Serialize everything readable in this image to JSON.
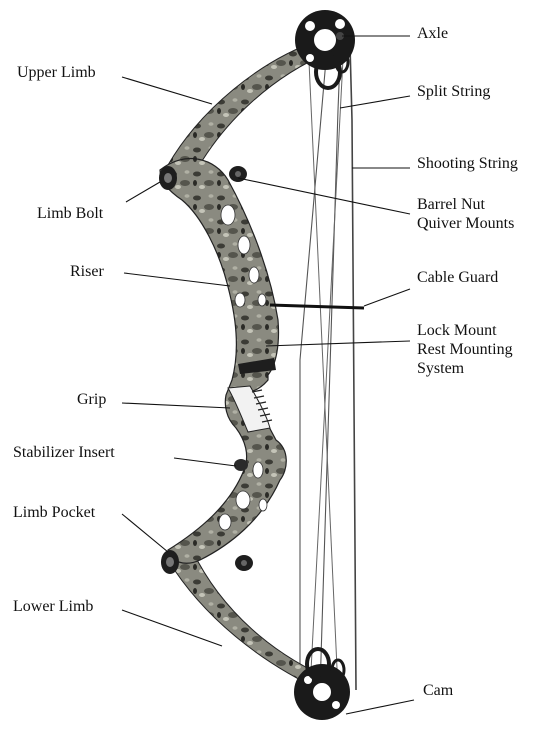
{
  "labels": {
    "axle": "Axle",
    "split_string": "Split String",
    "shooting_string": "Shooting String",
    "barrel_nut": "Barrel Nut\nQuiver Mounts",
    "cable_guard": "Cable Guard",
    "lock_mount": "Lock Mount\nRest Mounting\nSystem",
    "cam": "Cam",
    "upper_limb": "Upper Limb",
    "limb_bolt": "Limb Bolt",
    "riser": "Riser",
    "grip": "Grip",
    "stabilizer_insert": "Stabilizer Insert",
    "limb_pocket": "Limb Pocket",
    "lower_limb": "Lower Limb"
  },
  "colors": {
    "ink": "#111111",
    "camo_base": "#8a8a80",
    "camo_dark": "#3c3c36",
    "camo_light": "#c4c4b8",
    "grip_white": "#f2f2f2"
  }
}
